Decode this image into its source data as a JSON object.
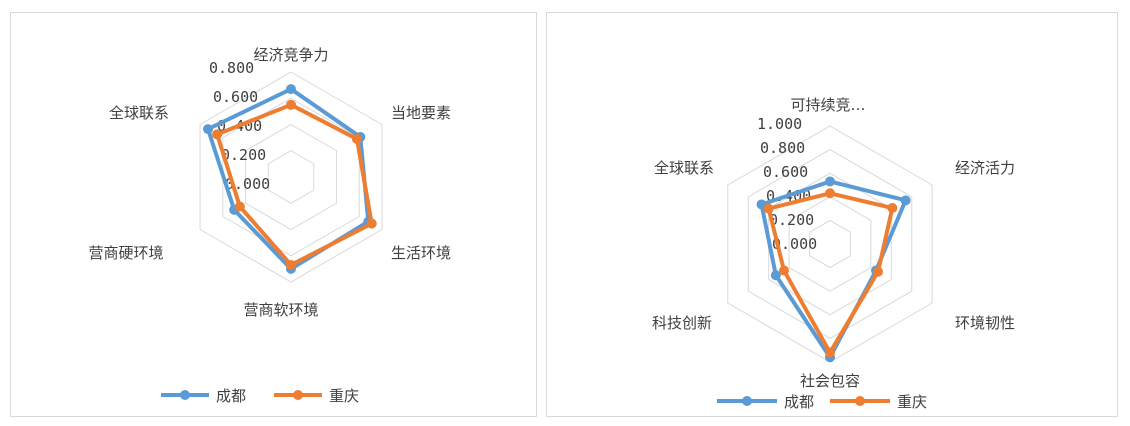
{
  "chart_data": [
    {
      "type": "radar",
      "axes": [
        "经济竞争力",
        "当地要素",
        "生活环境",
        "营商软环境",
        "营商硬环境",
        "全球联系"
      ],
      "ticks": [
        "0.800",
        "0.600",
        "0.400",
        "0.200",
        "0.000"
      ],
      "rlim": [
        0,
        0.8
      ],
      "grid": true,
      "legend_position": "bottom",
      "series": [
        {
          "name": "成都",
          "color": "#5B9BD5",
          "values": [
            0.67,
            0.61,
            0.68,
            0.7,
            0.5,
            0.73
          ]
        },
        {
          "name": "重庆",
          "color": "#ED7D31",
          "values": [
            0.55,
            0.58,
            0.71,
            0.67,
            0.45,
            0.65
          ]
        }
      ]
    },
    {
      "type": "radar",
      "axes": [
        "可持续竞…",
        "经济活力",
        "环境韧性",
        "社会包容",
        "科技创新",
        "全球联系"
      ],
      "ticks": [
        "1.000",
        "0.800",
        "0.600",
        "0.400",
        "0.200",
        "0.000"
      ],
      "rlim": [
        0,
        1
      ],
      "grid": true,
      "legend_position": "bottom",
      "series": [
        {
          "name": "成都",
          "color": "#5B9BD5",
          "values": [
            0.53,
            0.74,
            0.45,
            0.96,
            0.53,
            0.67
          ]
        },
        {
          "name": "重庆",
          "color": "#ED7D31",
          "values": [
            0.43,
            0.61,
            0.47,
            0.92,
            0.45,
            0.6
          ]
        }
      ]
    }
  ]
}
